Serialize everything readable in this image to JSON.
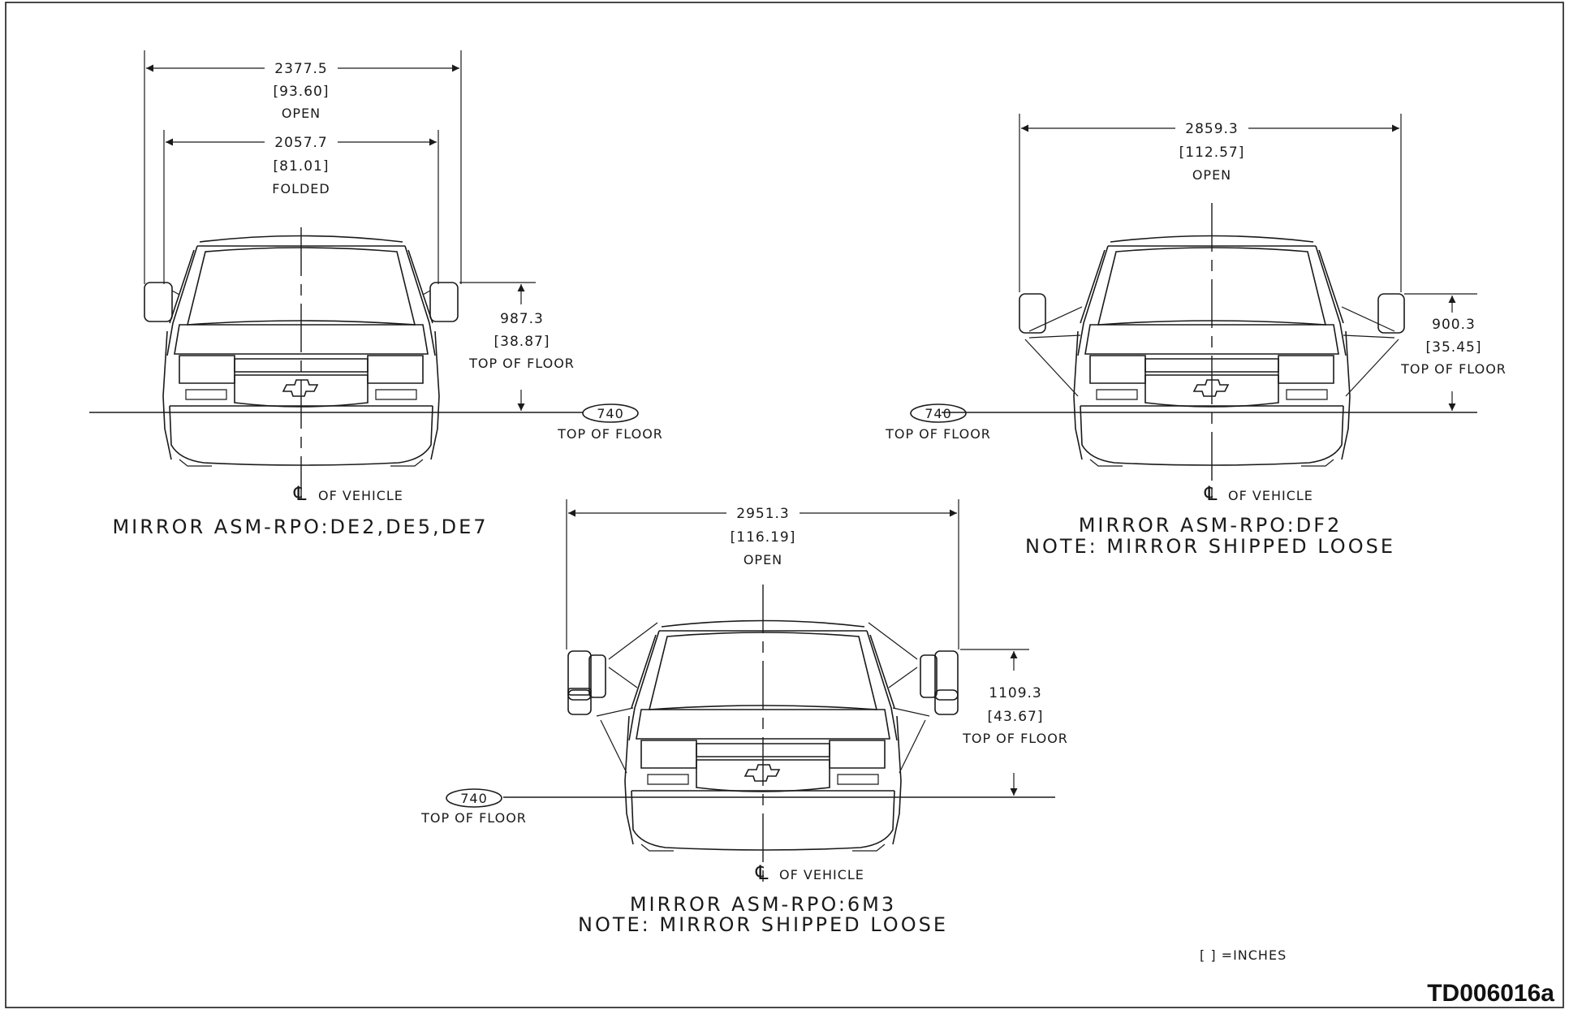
{
  "drawing_id": "TD006016a",
  "legend": "[ ] =INCHES",
  "views": [
    {
      "id": "left",
      "title": "MIRROR ASM-RPO:DE2,DE5,DE7",
      "note": "",
      "centerline": "OF VEHICLE",
      "width_dims": [
        {
          "value": "2377.5",
          "inches": "[93.60]",
          "state": "OPEN"
        },
        {
          "value": "2057.7",
          "inches": "[81.01]",
          "state": "FOLDED"
        }
      ],
      "height_dim": {
        "value": "987.3",
        "inches": "[38.87]",
        "ref": "TOP OF FLOOR"
      },
      "floor_tag": {
        "value": "740",
        "ref": "TOP OF FLOOR"
      }
    },
    {
      "id": "right",
      "title": "MIRROR ASM-RPO:DF2",
      "note": "NOTE: MIRROR SHIPPED LOOSE",
      "centerline": "OF VEHICLE",
      "width_dims": [
        {
          "value": "2859.3",
          "inches": "[112.57]",
          "state": "OPEN"
        }
      ],
      "height_dim": {
        "value": "900.3",
        "inches": "[35.45]",
        "ref": "TOP OF FLOOR"
      },
      "floor_tag": {
        "value": "740",
        "ref": "TOP OF FLOOR"
      }
    },
    {
      "id": "bottom",
      "title": "MIRROR ASM-RPO:6M3",
      "note": "NOTE: MIRROR SHIPPED LOOSE",
      "centerline": "OF VEHICLE",
      "width_dims": [
        {
          "value": "2951.3",
          "inches": "[116.19]",
          "state": "OPEN"
        }
      ],
      "height_dim": {
        "value": "1109.3",
        "inches": "[43.67]",
        "ref": "TOP OF FLOOR"
      },
      "floor_tag": {
        "value": "740",
        "ref": "TOP OF FLOOR"
      }
    }
  ]
}
